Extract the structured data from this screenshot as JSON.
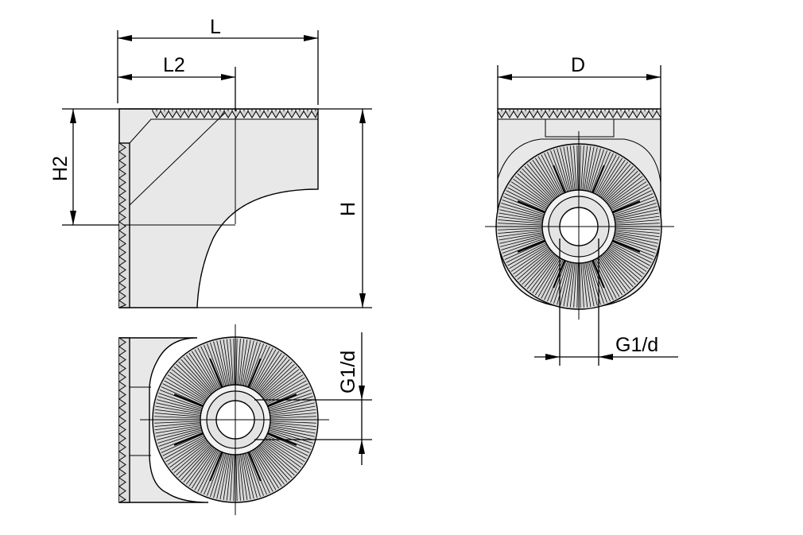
{
  "dimensions": {
    "L": "L",
    "L2": "L2",
    "H": "H",
    "H2": "H2",
    "D": "D",
    "G1d_side": "G1/d",
    "G1d_front": "G1/d"
  },
  "colors": {
    "part_fill": "#e8e8e8",
    "bristle_fill": "#d8d8d8",
    "line": "#000000"
  }
}
